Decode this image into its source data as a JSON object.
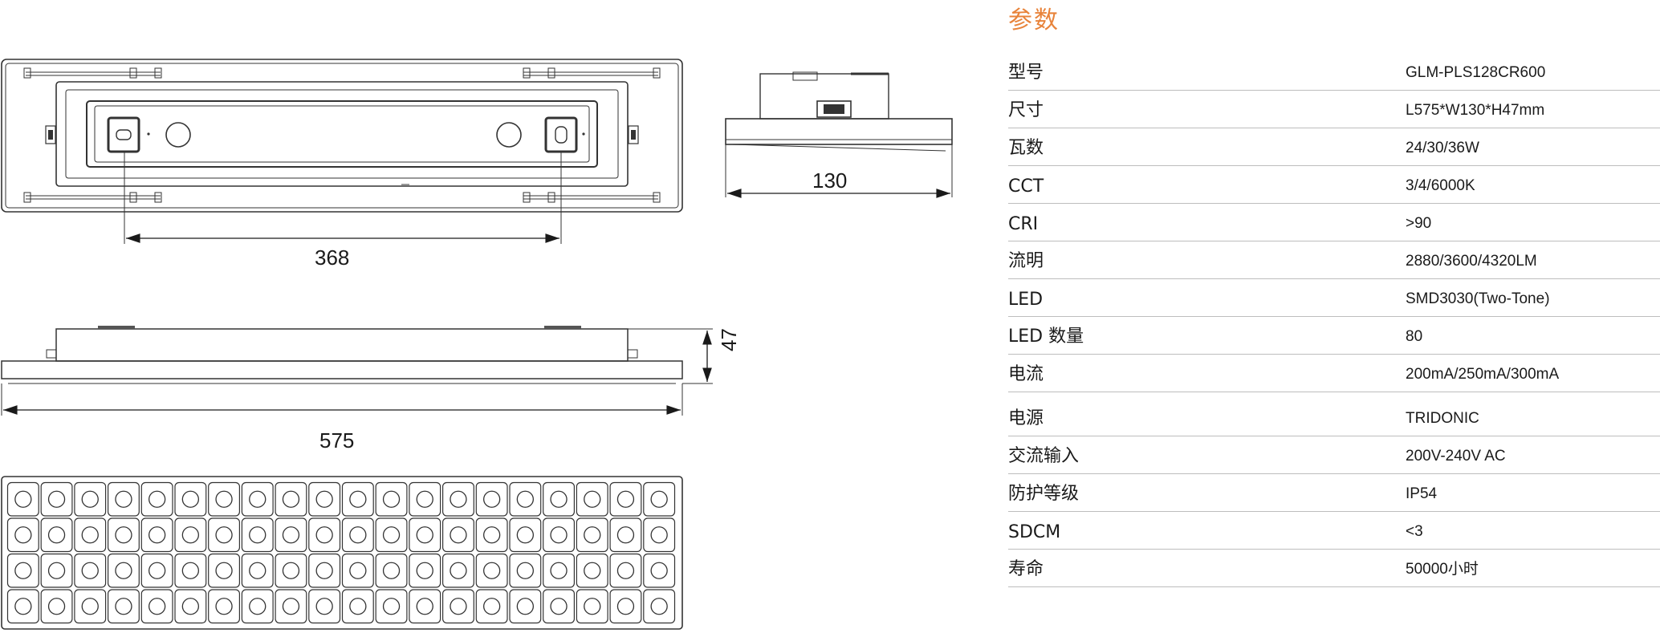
{
  "dimensions": {
    "spacing": "368",
    "length": "575",
    "width": "130",
    "height": "47"
  },
  "spec": {
    "title": "参数",
    "rows": [
      {
        "label": "型号",
        "value": "GLM-PLS128CR600"
      },
      {
        "label": "尺寸",
        "value": "L575*W130*H47mm"
      },
      {
        "label": "瓦数",
        "value": "24/30/36W"
      },
      {
        "label": "CCT",
        "value": "3/4/6000K"
      },
      {
        "label": "CRI",
        "value": ">90"
      },
      {
        "label": "流明",
        "value": "2880/3600/4320LM"
      },
      {
        "label": "LED",
        "value": "SMD3030(Two-Tone)"
      },
      {
        "label": "LED  数量",
        "value": "80"
      },
      {
        "label": "电流",
        "value": "200mA/250mA/300mA"
      },
      {
        "label": "电源",
        "value": "TRIDONIC"
      },
      {
        "label": "交流输入",
        "value": "200V-240V AC"
      },
      {
        "label": "防护等级",
        "value": "IP54"
      },
      {
        "label": "SDCM",
        "value": "<3"
      },
      {
        "label": "寿命",
        "value": "50000小时"
      }
    ]
  },
  "led_grid": {
    "rows": 4,
    "cols": 20
  },
  "colors": {
    "accent": "#e8833a",
    "line": "#333333",
    "rule": "#bdbdbd"
  }
}
